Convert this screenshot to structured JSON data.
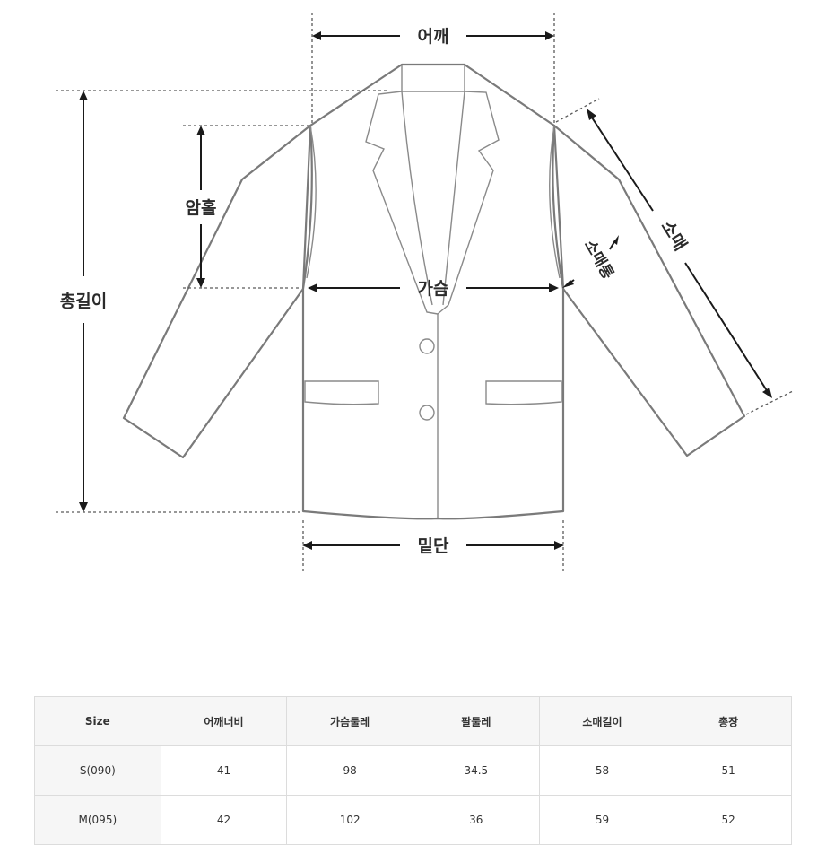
{
  "diagram": {
    "labels": {
      "shoulder": "어깨",
      "armhole": "암홀",
      "total_length": "총길이",
      "chest": "가슴",
      "sleeve": "소매",
      "sleeve_width": "소매통",
      "hem": "밑단"
    }
  },
  "table": {
    "headers": [
      "Size",
      "어깨너비",
      "가슴둘레",
      "팔둘레",
      "소매길이",
      "총장"
    ],
    "rows": [
      [
        "S(090)",
        "41",
        "98",
        "34.5",
        "58",
        "51"
      ],
      [
        "M(095)",
        "42",
        "102",
        "36",
        "59",
        "52"
      ]
    ]
  }
}
